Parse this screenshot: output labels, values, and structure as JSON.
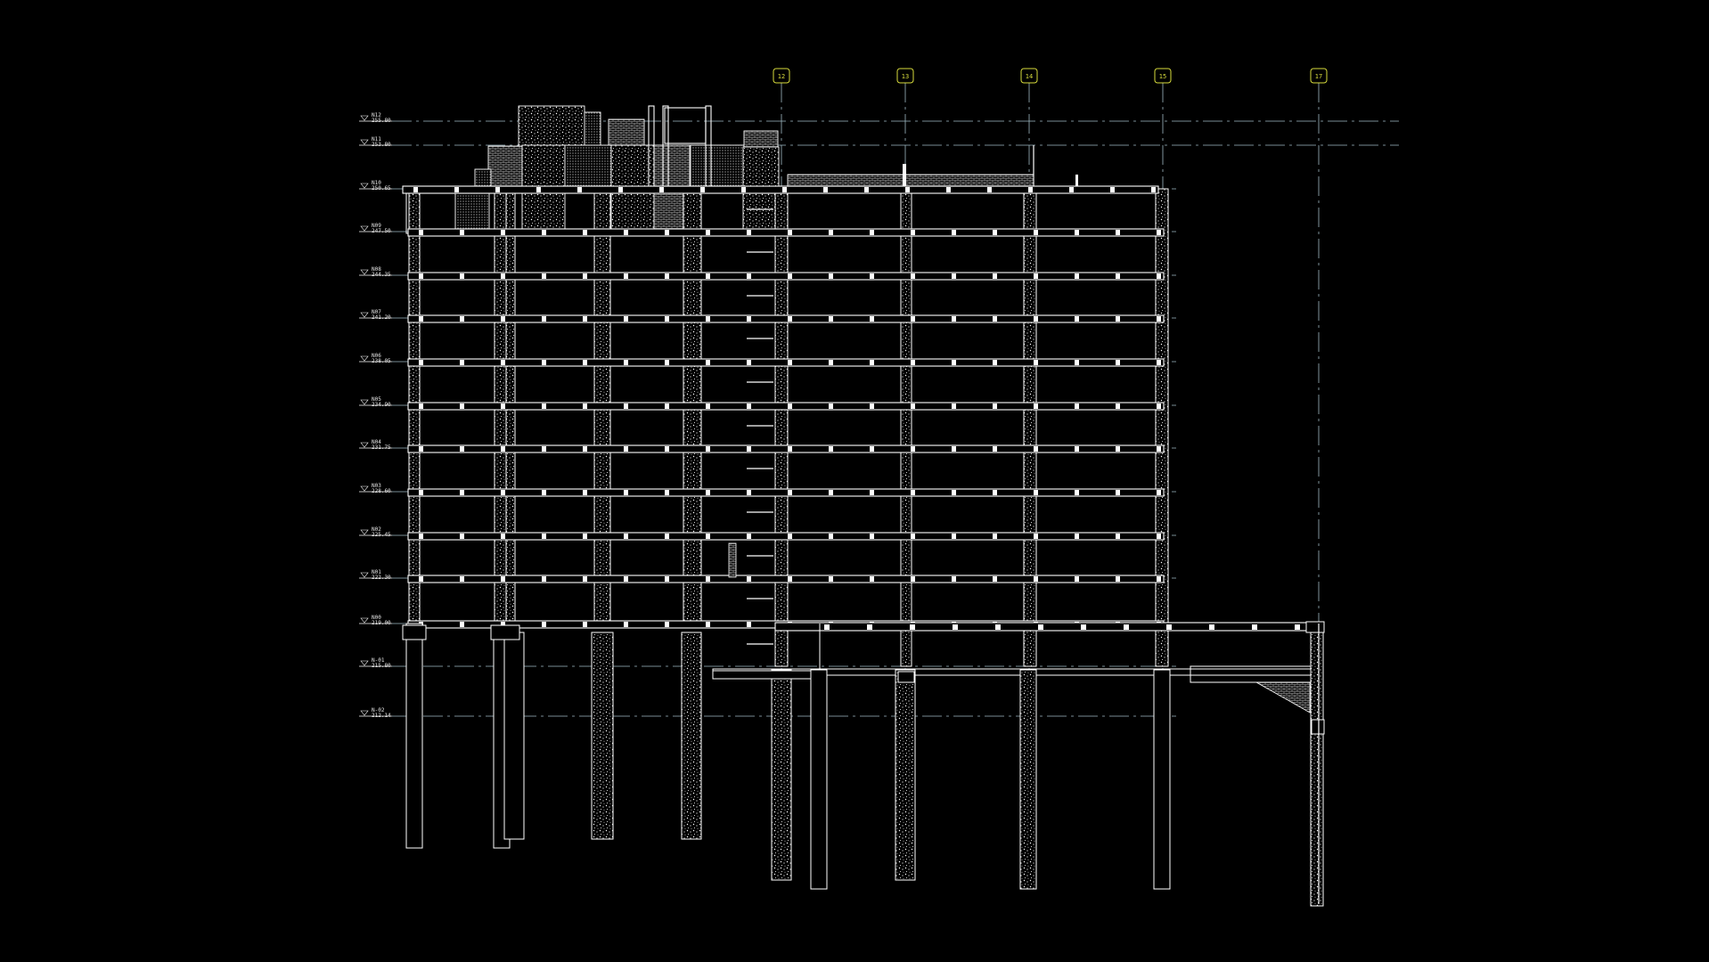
{
  "drawing": {
    "type": "building cross-section (CAD, dark background)",
    "colors": {
      "background": "#000000",
      "lines": "#ffffff",
      "grid_lines": "#9fb9c4",
      "grid_bubbles": "#d8dc3c"
    },
    "levels": [
      {
        "name": "N12",
        "elev": "255.80"
      },
      {
        "name": "N11",
        "elev": "253.80"
      },
      {
        "name": "N10",
        "elev": "250.65"
      },
      {
        "name": "N09",
        "elev": "247.50"
      },
      {
        "name": "N08",
        "elev": "244.35"
      },
      {
        "name": "N07",
        "elev": "241.20"
      },
      {
        "name": "N06",
        "elev": "238.05"
      },
      {
        "name": "N05",
        "elev": "234.90"
      },
      {
        "name": "N04",
        "elev": "231.75"
      },
      {
        "name": "N03",
        "elev": "228.60"
      },
      {
        "name": "N02",
        "elev": "225.45"
      },
      {
        "name": "N01",
        "elev": "222.30"
      },
      {
        "name": "N00",
        "elev": "219.00"
      },
      {
        "name": "N-01",
        "elev": "215.80"
      },
      {
        "name": "N-02",
        "elev": "212.14"
      }
    ],
    "grid_axes": [
      "12",
      "13",
      "14",
      "15",
      "17"
    ]
  }
}
